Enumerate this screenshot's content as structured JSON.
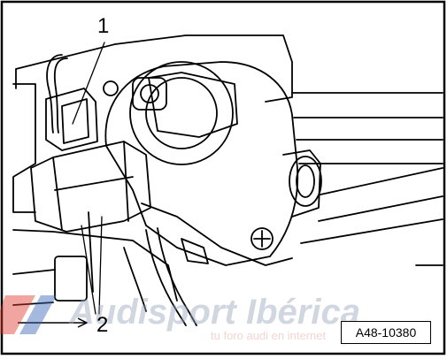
{
  "callouts": {
    "one": "1",
    "two": "2"
  },
  "figure_ref": "A48-10380",
  "watermark": {
    "title": "Audisport Ibérica",
    "subtitle": "tu foro audi en internet",
    "color_red": "#e23a2e",
    "color_blue": "#3a64b8"
  }
}
